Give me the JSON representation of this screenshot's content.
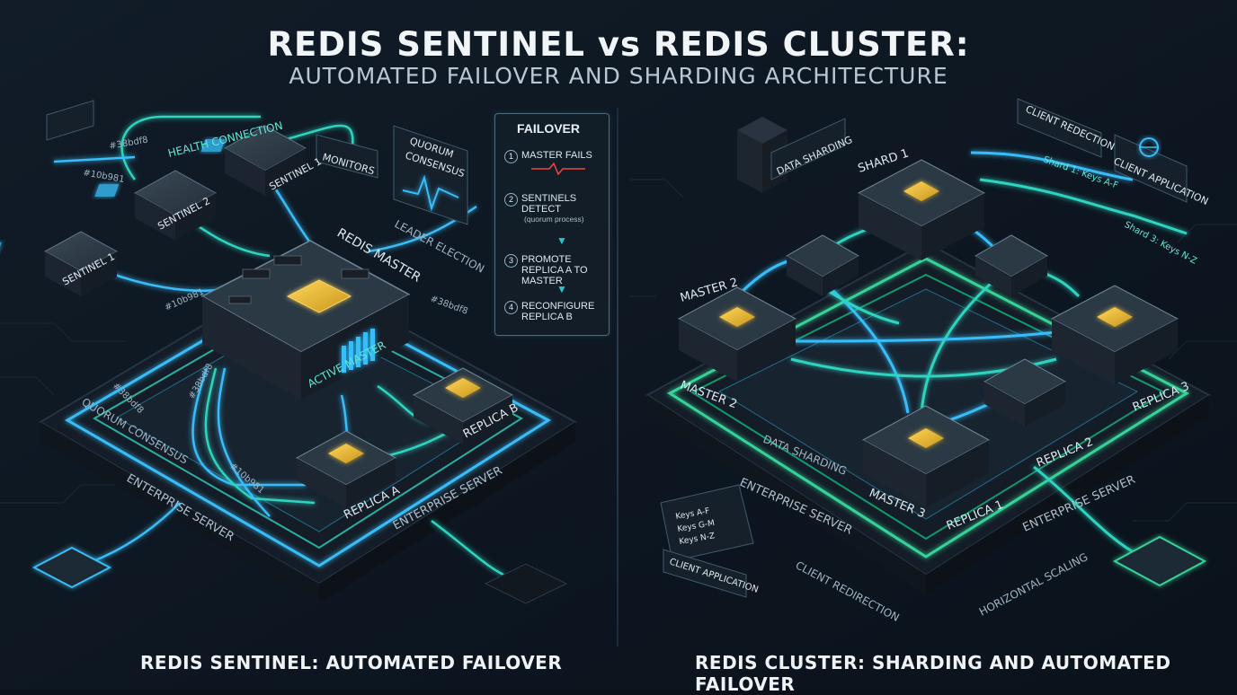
{
  "header": {
    "title": "REDIS SENTINEL vs REDIS CLUSTER:",
    "subtitle": "AUTOMATED FAILOVER AND SHARDING ARCHITECTURE"
  },
  "captions": {
    "left": "REDIS SENTINEL: AUTOMATED FAILOVER",
    "right": "REDIS CLUSTER: SHARDING AND AUTOMATED FAILOVER"
  },
  "sentinel": {
    "nodes": {
      "sentinel1": "SENTINEL 1",
      "sentinel2": "SENTINEL 2",
      "sentinel3": "SENTINEL 1",
      "master": "REDIS MASTER",
      "active": "ACTIVE MASTER",
      "replicaA": "REPLICA A",
      "replicaB": "REPLICA B"
    },
    "labels": {
      "health": "HEALTH CONNECTION",
      "monitors": "MONITORS",
      "quorum_box_1": "QUORUM",
      "quorum_box_2": "CONSENSUS",
      "leader": "LEADER ELECTION",
      "quorum_platform": "QUORUM CONSENSUS",
      "enterprise1": "ENTERPRISE SERVER",
      "enterprise2": "ENTERPRISE SERVER",
      "hex1": "#38bdf8",
      "hex2": "#10b981",
      "hex3": "#10b981",
      "hex4": "#38bdf8",
      "hex5": "#38bdf8",
      "hex6": "#10b981",
      "hex7": "#38bdf8"
    },
    "failover": {
      "title": "FAILOVER",
      "steps": [
        {
          "num": "1",
          "text": "MASTER FAILS",
          "note": ""
        },
        {
          "num": "2",
          "text": "SENTINELS DETECT",
          "note": "(quorum process)"
        },
        {
          "num": "3",
          "text": "PROMOTE REPLICA A TO MASTER",
          "note": ""
        },
        {
          "num": "4",
          "text": "RECONFIGURE REPLICA B",
          "note": ""
        }
      ]
    }
  },
  "cluster": {
    "nodes": {
      "shard1": "SHARD 1",
      "master2_top": "MASTER 2",
      "master2": "MASTER 2",
      "master3": "MASTER 3",
      "replica1": "REPLICA 1",
      "replica2": "REPLICA 2",
      "replica3": "REPLICA 3"
    },
    "labels": {
      "data_sharding_top": "DATA SHARDING",
      "data_sharding_platform": "DATA SHARDING",
      "client_redirection_top": "CLIENT REDECTION",
      "client_app_top": "CLIENT APPLICATION",
      "shard_keys_1": "Shard 1: Keys A-F",
      "shard_keys_3": "Shard 3: Keys N-Z",
      "enterprise1": "ENTERPRISE SERVER",
      "enterprise2": "ENTERPRISE SERVER",
      "client_app_bottom": "CLIENT APPLICATION",
      "client_redirection_bottom": "CLIENT REDIRECTION",
      "horizontal": "HORIZONTAL SCALING",
      "keys_a": "Keys A-F",
      "keys_g": "Keys G-M",
      "keys_n": "Keys N-Z"
    }
  },
  "colors": {
    "cyan": "#38bdf8",
    "green": "#10b981",
    "background": "#0a1119",
    "chip": "#e8b923"
  },
  "icons": [
    "server-stack-icon",
    "cpu-chip-icon",
    "globe-icon",
    "heartbeat-icon",
    "monitor-icon"
  ]
}
